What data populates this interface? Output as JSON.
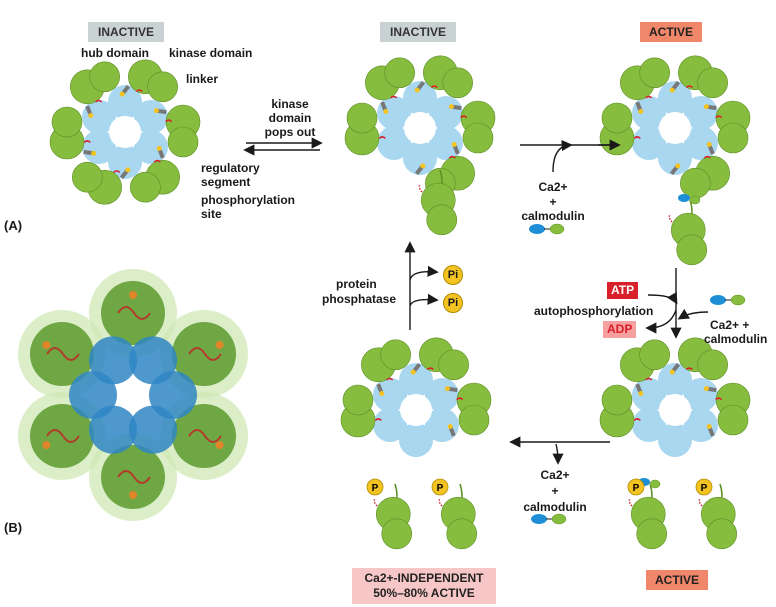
{
  "panel_labels": {
    "a": "(A)",
    "b": "(B)"
  },
  "states": {
    "inactive_1": "INACTIVE",
    "inactive_2": "INACTIVE",
    "active_1": "ACTIVE",
    "active_2": "ACTIVE",
    "independent_line1": "Ca2+-INDEPENDENT",
    "independent_line2": "50%–80% ACTIVE"
  },
  "domain_labels": {
    "hub": "hub domain",
    "kinase": "kinase domain",
    "linker": "linker",
    "regulatory_1": "regulatory",
    "regulatory_2": "segment",
    "phospho_1": "phosphorylation",
    "phospho_2": "site"
  },
  "arrows": {
    "kinase_pops_1": "kinase",
    "kinase_pops_2": "domain",
    "kinase_pops_3": "pops out",
    "protein_phosphatase_1": "protein",
    "protein_phosphatase_2": "phosphatase",
    "autophosphorylation": "autophosphorylation"
  },
  "reagents": {
    "ca_1": "Ca2+",
    "plus_1": "+",
    "calmodulin_1": "calmodulin",
    "ca_2": "Ca2+",
    "plus_2": "+",
    "calmodulin_2": "calmodulin",
    "ca_3": "Ca2+ +",
    "calmodulin_3": "calmodulin",
    "atp": "ATP",
    "adp": "ADP",
    "pi": "Pi",
    "p": "P"
  },
  "colors": {
    "kinase_green": "#86bd3f",
    "hub_blue": "#a9d7f0",
    "calmodulin_blue": "#1e8fd6",
    "phosphate_yellow": "#f3c321",
    "badge_red": "#d8202a",
    "badge_salmon": "#f0876a",
    "badge_gray": "#c9d2d2"
  }
}
